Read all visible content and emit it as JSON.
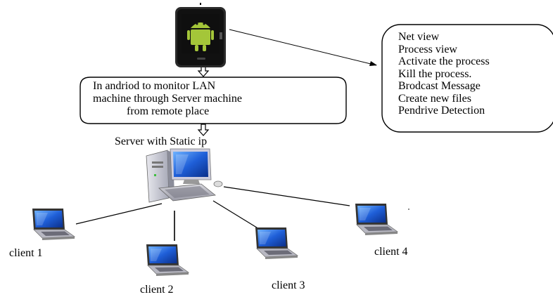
{
  "description": {
    "lines": [
      "In andriod to monitor LAN",
      "machine through Server machine",
      "from remote place"
    ]
  },
  "features": [
    "Net view",
    "Process view",
    "Activate the process",
    "Kill the process.",
    "Brodcast Message",
    "Create new files",
    "Pendrive Detection"
  ],
  "server": {
    "label": "Server with Static ip"
  },
  "clients": [
    {
      "label": "client 1"
    },
    {
      "label": "client 2"
    },
    {
      "label": "client 3"
    },
    {
      "label": "client 4"
    }
  ],
  "colors": {
    "android_green": "#a4c639",
    "screen_blue": "#1f5fd8",
    "phone_body": "#222222"
  },
  "icons": [
    "android-phone-icon",
    "desktop-computer-icon",
    "laptop-icon"
  ]
}
